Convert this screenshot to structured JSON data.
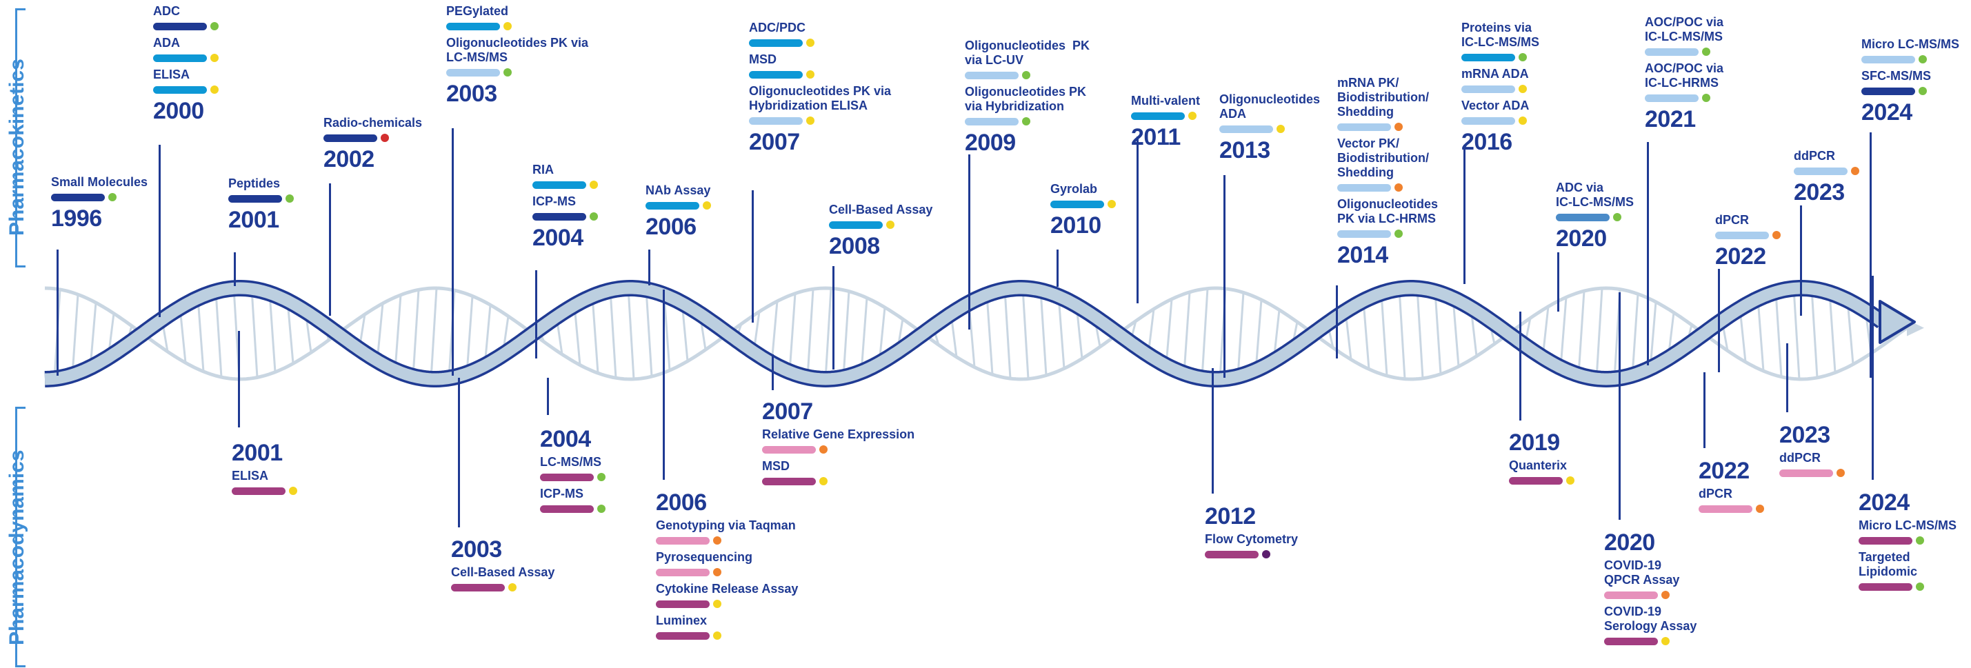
{
  "sections": {
    "pk": "Pharmacokinetics",
    "pd": "Pharmacodynamics"
  },
  "colors": {
    "navy": "#1f3a93",
    "cyan": "#0d98d6",
    "light_blue": "#a9cdee",
    "steel_blue": "#4b8bc8",
    "pink": "#e690bb",
    "magenta": "#a23d80",
    "dot_green": "#7ac143",
    "dot_yellow": "#f4d51f",
    "dot_red": "#d32f2f",
    "dot_orange": "#f0822e",
    "dot_purple": "#5c1f6e"
  },
  "pk_events": [
    {
      "year": "1996",
      "items": [
        {
          "label": "Small Molecules",
          "bar": "navy",
          "dot": "dot_green"
        }
      ]
    },
    {
      "year": "2000",
      "items": [
        {
          "label": "ADC",
          "bar": "navy",
          "dot": "dot_green"
        },
        {
          "label": "ADA",
          "bar": "cyan",
          "dot": "dot_yellow"
        },
        {
          "label": "ELISA",
          "bar": "cyan",
          "dot": "dot_yellow"
        }
      ]
    },
    {
      "year": "2001",
      "items": [
        {
          "label": "Peptides",
          "bar": "navy",
          "dot": "dot_green"
        }
      ]
    },
    {
      "year": "2002",
      "items": [
        {
          "label": "Radio-chemicals",
          "bar": "navy",
          "dot": "dot_red"
        }
      ]
    },
    {
      "year": "2003",
      "items": [
        {
          "label": "PEGylated",
          "bar": "cyan",
          "dot": "dot_yellow"
        },
        {
          "label": "Oligonucleotides PK via\nLC-MS/MS",
          "bar": "light_blue",
          "dot": "dot_green"
        }
      ]
    },
    {
      "year": "2004",
      "items": [
        {
          "label": "RIA",
          "bar": "cyan",
          "dot": "dot_yellow"
        },
        {
          "label": "ICP-MS",
          "bar": "navy",
          "dot": "dot_green"
        }
      ]
    },
    {
      "year": "2006",
      "items": [
        {
          "label": "NAb Assay",
          "bar": "cyan",
          "dot": "dot_yellow"
        }
      ]
    },
    {
      "year": "2007",
      "items": [
        {
          "label": "ADC/PDC",
          "bar": "cyan",
          "dot": "dot_yellow"
        },
        {
          "label": "MSD",
          "bar": "cyan",
          "dot": "dot_yellow"
        },
        {
          "label": "Oligonucleotides PK via\nHybridization ELISA",
          "bar": "light_blue",
          "dot": "dot_yellow"
        }
      ]
    },
    {
      "year": "2008",
      "items": [
        {
          "label": "Cell-Based Assay",
          "bar": "cyan",
          "dot": "dot_yellow"
        }
      ]
    },
    {
      "year": "2009",
      "items": [
        {
          "label": "Oligonucleotides  PK\nvia LC-UV",
          "bar": "light_blue",
          "dot": "dot_green"
        },
        {
          "label": "Oligonucleotides PK\nvia Hybridization",
          "bar": "light_blue",
          "dot": "dot_green"
        }
      ]
    },
    {
      "year": "2010",
      "items": [
        {
          "label": "Gyrolab",
          "bar": "cyan",
          "dot": "dot_yellow"
        }
      ]
    },
    {
      "year": "2011",
      "items": [
        {
          "label": "Multi-valent",
          "bar": "cyan",
          "dot": "dot_yellow"
        }
      ]
    },
    {
      "year": "2013",
      "items": [
        {
          "label": "Oligonucleotides\nADA",
          "bar": "light_blue",
          "dot": "dot_yellow"
        }
      ]
    },
    {
      "year": "2014",
      "items": [
        {
          "label": "mRNA PK/\nBiodistribution/\nShedding",
          "bar": "light_blue",
          "dot": "dot_orange"
        },
        {
          "label": "Vector PK/\nBiodistribution/\nShedding",
          "bar": "light_blue",
          "dot": "dot_orange"
        },
        {
          "label": "Oligonucleotides\nPK via LC-HRMS",
          "bar": "light_blue",
          "dot": "dot_green"
        }
      ]
    },
    {
      "year": "2016",
      "items": [
        {
          "label": "Proteins via\nIC-LC-MS/MS",
          "bar": "cyan",
          "dot": "dot_green"
        },
        {
          "label": "mRNA ADA",
          "bar": "light_blue",
          "dot": "dot_yellow"
        },
        {
          "label": "Vector ADA",
          "bar": "light_blue",
          "dot": "dot_yellow"
        }
      ]
    },
    {
      "year": "2020",
      "items": [
        {
          "label": "ADC via\nIC-LC-MS/MS",
          "bar": "steel_blue",
          "dot": "dot_green"
        }
      ]
    },
    {
      "year": "2021",
      "items": [
        {
          "label": "AOC/POC via\nIC-LC-MS/MS",
          "bar": "light_blue",
          "dot": "dot_green"
        },
        {
          "label": "AOC/POC via\nIC-LC-HRMS",
          "bar": "light_blue",
          "dot": "dot_green"
        }
      ]
    },
    {
      "year": "2022",
      "items": [
        {
          "label": "dPCR",
          "bar": "light_blue",
          "dot": "dot_orange"
        }
      ]
    },
    {
      "year": "2023",
      "items": [
        {
          "label": "ddPCR",
          "bar": "light_blue",
          "dot": "dot_orange"
        }
      ]
    },
    {
      "year": "2024",
      "items": [
        {
          "label": "Micro LC-MS/MS",
          "bar": "light_blue",
          "dot": "dot_green"
        },
        {
          "label": "SFC-MS/MS",
          "bar": "navy",
          "dot": "dot_green"
        }
      ]
    }
  ],
  "pd_events": [
    {
      "year": "2001",
      "items": [
        {
          "label": "ELISA",
          "bar": "magenta",
          "dot": "dot_yellow"
        }
      ]
    },
    {
      "year": "2003",
      "items": [
        {
          "label": "Cell-Based Assay",
          "bar": "magenta",
          "dot": "dot_yellow"
        }
      ]
    },
    {
      "year": "2004",
      "items": [
        {
          "label": "LC-MS/MS",
          "bar": "magenta",
          "dot": "dot_green"
        },
        {
          "label": "ICP-MS",
          "bar": "magenta",
          "dot": "dot_green"
        }
      ]
    },
    {
      "year": "2006",
      "items": [
        {
          "label": "Genotyping via Taqman",
          "bar": "pink",
          "dot": "dot_orange"
        },
        {
          "label": "Pyrosequencing",
          "bar": "pink",
          "dot": "dot_orange"
        },
        {
          "label": "Cytokine Release Assay",
          "bar": "magenta",
          "dot": "dot_yellow"
        },
        {
          "label": "Luminex",
          "bar": "magenta",
          "dot": "dot_yellow"
        }
      ]
    },
    {
      "year": "2007",
      "items": [
        {
          "label": "Relative Gene Expression",
          "bar": "pink",
          "dot": "dot_orange"
        },
        {
          "label": "MSD",
          "bar": "magenta",
          "dot": "dot_yellow"
        }
      ]
    },
    {
      "year": "2012",
      "items": [
        {
          "label": "Flow Cytometry",
          "bar": "magenta",
          "dot": "dot_purple"
        }
      ]
    },
    {
      "year": "2019",
      "items": [
        {
          "label": "Quanterix",
          "bar": "magenta",
          "dot": "dot_yellow"
        }
      ]
    },
    {
      "year": "2020",
      "items": [
        {
          "label": "COVID-19\nQPCR Assay",
          "bar": "pink",
          "dot": "dot_orange"
        },
        {
          "label": "COVID-19\nSerology Assay",
          "bar": "magenta",
          "dot": "dot_yellow"
        }
      ]
    },
    {
      "year": "2022",
      "items": [
        {
          "label": "dPCR",
          "bar": "pink",
          "dot": "dot_orange"
        }
      ]
    },
    {
      "year": "2023",
      "items": [
        {
          "label": "ddPCR",
          "bar": "pink",
          "dot": "dot_orange"
        }
      ]
    },
    {
      "year": "2024",
      "items": [
        {
          "label": "Micro LC-MS/MS",
          "bar": "magenta",
          "dot": "dot_green"
        },
        {
          "label": "Targeted\nLipidomic",
          "bar": "magenta",
          "dot": "dot_green"
        }
      ]
    }
  ]
}
